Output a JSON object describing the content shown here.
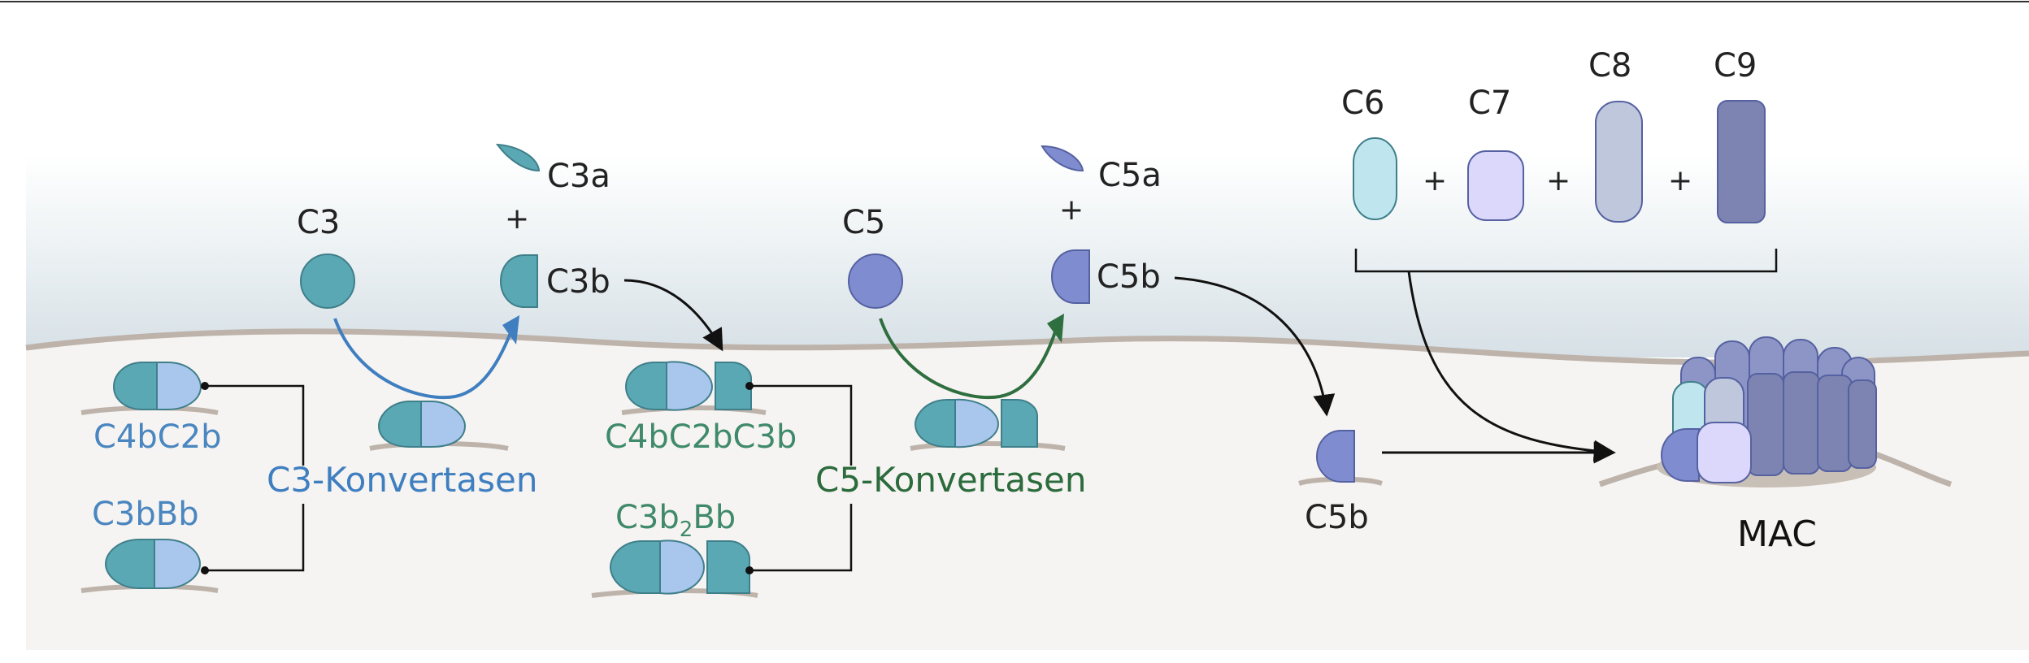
{
  "labels": {
    "c3": "C3",
    "c3a": "C3a",
    "c3b_product": "C3b",
    "plus_c3": "+",
    "c5": "C5",
    "c5a": "C5a",
    "c5b_product": "C5b",
    "plus_c5": "+",
    "c4bc2b": "C4bC2b",
    "c3bbb": "C3bBb",
    "c3_konvertasen": "C3-Konvertasen",
    "c4bc2bc3b": "C4bC2bC3b",
    "c3b2bb_part1": "C3b",
    "c3b2bb_sub": "2",
    "c3b2bb_part2": "Bb",
    "c5_konvertasen": "C5-Konvertasen",
    "c5b_free": "C5b",
    "c6": "C6",
    "c7": "C7",
    "c8": "C8",
    "c9": "C9",
    "plus_1": "+",
    "plus_2": "+",
    "plus_3": "+",
    "mac": "MAC"
  },
  "colors": {
    "teal": "#5aa8b4",
    "light_blue": "#a9c6ec",
    "c5_blue": "#7f8dd0",
    "c3_text_blue": "#4a86bf",
    "c3_arrow_blue": "#3f7fc0",
    "green_text": "#3f8a6a",
    "c5_green_text": "#2b6b3c",
    "green_arrow": "#2f6e3e",
    "c6": "#bfe6ef",
    "c7": "#dcd8fb",
    "c8": "#bfc7dc",
    "c9": "#7d84b2",
    "membrane": "#bdb3aa",
    "cell_bg": "#f6f4f2",
    "fluid_bg": "#dde5ea"
  }
}
